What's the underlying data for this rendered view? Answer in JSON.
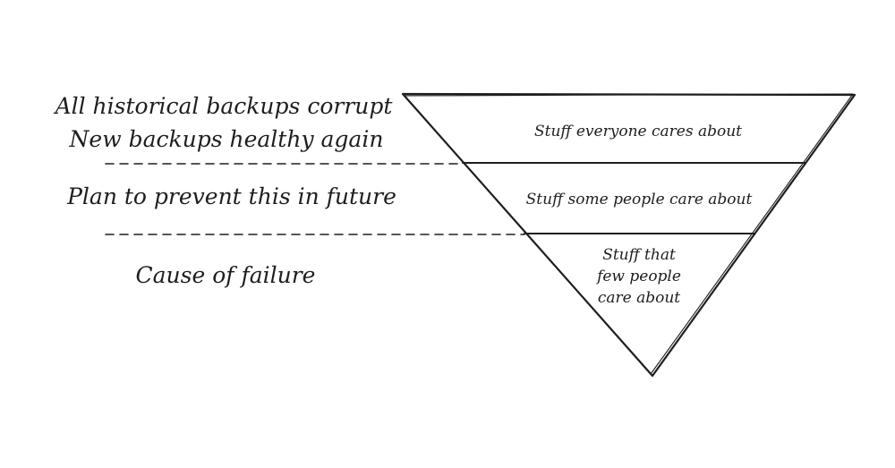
{
  "left_labels": {
    "top_line_1": "All historical backups corrupt",
    "top_line_2": "New backups healthy again",
    "middle": "Plan to prevent this in future",
    "bottom": "Cause of failure"
  },
  "pyramid": {
    "tier_1": "Stuff everyone cares about",
    "tier_2": "Stuff some people care about",
    "tier_3_line_1": "Stuff that",
    "tier_3_line_2": "few people",
    "tier_3_line_3": "care about"
  },
  "colors": {
    "ink": "#1e1e1e",
    "background": "#ffffff"
  }
}
